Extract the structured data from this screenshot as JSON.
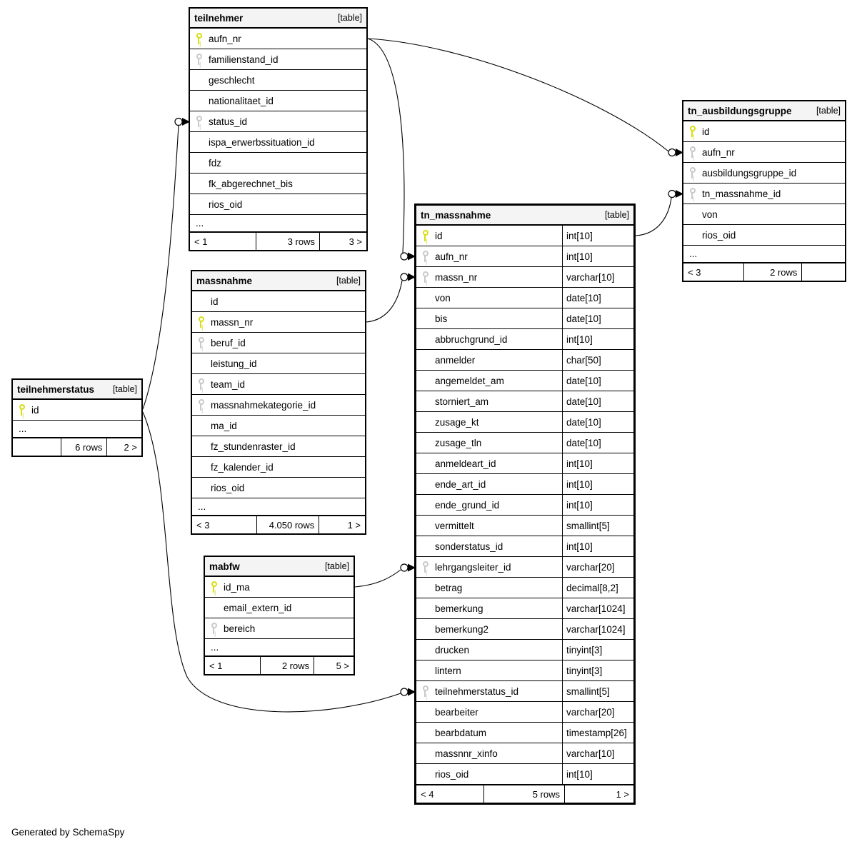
{
  "footer_note": "Generated by SchemaSpy",
  "colors": {
    "primary_key": "#d9dd12",
    "foreign_key": "#c9c9c9",
    "header_bg": "#f4f4f4",
    "border": "#000000"
  },
  "tables": {
    "teilnehmer": {
      "title": "teilnehmer",
      "tag": "[table]",
      "ellipsis": "...",
      "columns": [
        {
          "name": "aufn_nr",
          "key": "pk"
        },
        {
          "name": "familienstand_id",
          "key": "fk"
        },
        {
          "name": "geschlecht",
          "key": ""
        },
        {
          "name": "nationalitaet_id",
          "key": ""
        },
        {
          "name": "status_id",
          "key": "fk"
        },
        {
          "name": "ispa_erwerbssituation_id",
          "key": ""
        },
        {
          "name": "fdz",
          "key": ""
        },
        {
          "name": "fk_abgerechnet_bis",
          "key": ""
        },
        {
          "name": "rios_oid",
          "key": ""
        }
      ],
      "footer": {
        "left": "< 1",
        "center": "3 rows",
        "right": "3 >"
      }
    },
    "tn_ausbildungsgruppe": {
      "title": "tn_ausbildungsgruppe",
      "tag": "[table]",
      "ellipsis": "...",
      "columns": [
        {
          "name": "id",
          "key": "pk"
        },
        {
          "name": "aufn_nr",
          "key": "fk"
        },
        {
          "name": "ausbildungsgruppe_id",
          "key": "fk"
        },
        {
          "name": "tn_massnahme_id",
          "key": "fk"
        },
        {
          "name": "von",
          "key": ""
        },
        {
          "name": "rios_oid",
          "key": ""
        }
      ],
      "footer": {
        "left": "< 3",
        "center": "2 rows",
        "right": ""
      }
    },
    "tn_massnahme": {
      "title": "tn_massnahme",
      "tag": "[table]",
      "columns": [
        {
          "name": "id",
          "key": "pk",
          "type": "int[10]"
        },
        {
          "name": "aufn_nr",
          "key": "fk",
          "type": "int[10]"
        },
        {
          "name": "massn_nr",
          "key": "fk",
          "type": "varchar[10]"
        },
        {
          "name": "von",
          "key": "",
          "type": "date[10]"
        },
        {
          "name": "bis",
          "key": "",
          "type": "date[10]"
        },
        {
          "name": "abbruchgrund_id",
          "key": "",
          "type": "int[10]"
        },
        {
          "name": "anmelder",
          "key": "",
          "type": "char[50]"
        },
        {
          "name": "angemeldet_am",
          "key": "",
          "type": "date[10]"
        },
        {
          "name": "storniert_am",
          "key": "",
          "type": "date[10]"
        },
        {
          "name": "zusage_kt",
          "key": "",
          "type": "date[10]"
        },
        {
          "name": "zusage_tln",
          "key": "",
          "type": "date[10]"
        },
        {
          "name": "anmeldeart_id",
          "key": "",
          "type": "int[10]"
        },
        {
          "name": "ende_art_id",
          "key": "",
          "type": "int[10]"
        },
        {
          "name": "ende_grund_id",
          "key": "",
          "type": "int[10]"
        },
        {
          "name": "vermittelt",
          "key": "",
          "type": "smallint[5]"
        },
        {
          "name": "sonderstatus_id",
          "key": "",
          "type": "int[10]"
        },
        {
          "name": "lehrgangsleiter_id",
          "key": "fk",
          "type": "varchar[20]"
        },
        {
          "name": "betrag",
          "key": "",
          "type": "decimal[8,2]"
        },
        {
          "name": "bemerkung",
          "key": "",
          "type": "varchar[1024]"
        },
        {
          "name": "bemerkung2",
          "key": "",
          "type": "varchar[1024]"
        },
        {
          "name": "drucken",
          "key": "",
          "type": "tinyint[3]"
        },
        {
          "name": "lintern",
          "key": "",
          "type": "tinyint[3]"
        },
        {
          "name": "teilnehmerstatus_id",
          "key": "fk",
          "type": "smallint[5]"
        },
        {
          "name": "bearbeiter",
          "key": "",
          "type": "varchar[20]"
        },
        {
          "name": "bearbdatum",
          "key": "",
          "type": "timestamp[26]"
        },
        {
          "name": "massnnr_xinfo",
          "key": "",
          "type": "varchar[10]"
        },
        {
          "name": "rios_oid",
          "key": "",
          "type": "int[10]"
        }
      ],
      "footer": {
        "left": "< 4",
        "center": "5 rows",
        "right": "1 >"
      }
    },
    "massnahme": {
      "title": "massnahme",
      "tag": "[table]",
      "ellipsis": "...",
      "columns": [
        {
          "name": "id",
          "key": ""
        },
        {
          "name": "massn_nr",
          "key": "pk"
        },
        {
          "name": "beruf_id",
          "key": "fk"
        },
        {
          "name": "leistung_id",
          "key": ""
        },
        {
          "name": "team_id",
          "key": "fk"
        },
        {
          "name": "massnahmekategorie_id",
          "key": "fk"
        },
        {
          "name": "ma_id",
          "key": ""
        },
        {
          "name": "fz_stundenraster_id",
          "key": ""
        },
        {
          "name": "fz_kalender_id",
          "key": ""
        },
        {
          "name": "rios_oid",
          "key": ""
        }
      ],
      "footer": {
        "left": "< 3",
        "center": "4.050 rows",
        "right": "1 >"
      }
    },
    "teilnehmerstatus": {
      "title": "teilnehmerstatus",
      "tag": "[table]",
      "ellipsis": "...",
      "columns": [
        {
          "name": "id",
          "key": "pk"
        }
      ],
      "footer": {
        "left": "",
        "center": "6 rows",
        "right": "2 >"
      }
    },
    "mabfw": {
      "title": "mabfw",
      "tag": "[table]",
      "ellipsis": "...",
      "columns": [
        {
          "name": "id_ma",
          "key": "pk"
        },
        {
          "name": "email_extern_id",
          "key": ""
        },
        {
          "name": "bereich",
          "key": "fk"
        }
      ],
      "footer": {
        "left": "< 1",
        "center": "2 rows",
        "right": "5 >"
      }
    }
  },
  "relationships": [
    {
      "from": "teilnehmer.aufn_nr",
      "to": "tn_ausbildungsgruppe.aufn_nr"
    },
    {
      "from": "teilnehmer.aufn_nr",
      "to": "tn_massnahme.aufn_nr"
    },
    {
      "from": "massnahme.massn_nr",
      "to": "tn_massnahme.massn_nr"
    },
    {
      "from": "teilnehmerstatus.id",
      "to": "teilnehmer.status_id"
    },
    {
      "from": "teilnehmerstatus.id",
      "to": "tn_massnahme.teilnehmerstatus_id"
    },
    {
      "from": "mabfw.id_ma",
      "to": "tn_massnahme.lehrgangsleiter_id"
    },
    {
      "from": "tn_massnahme.id",
      "to": "tn_ausbildungsgruppe.tn_massnahme_id"
    }
  ]
}
